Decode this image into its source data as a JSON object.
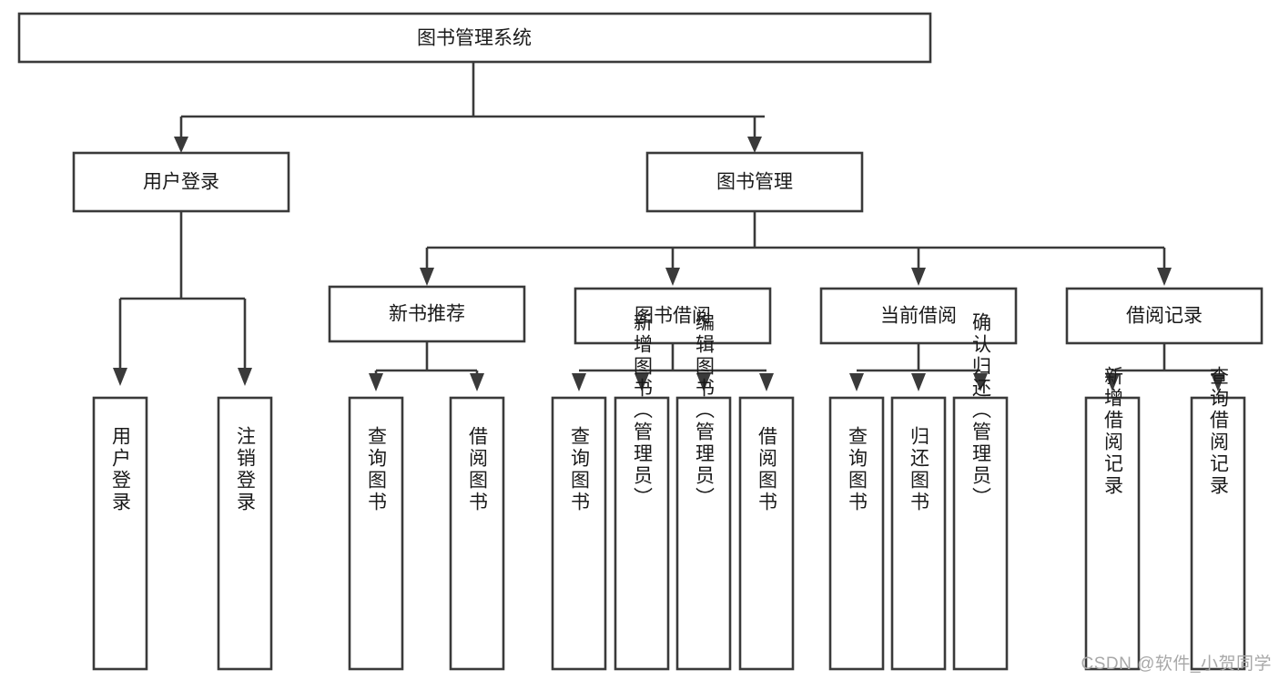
{
  "diagram": {
    "type": "tree",
    "title": "图书管理系统",
    "watermark": "CSDN @软件_小贺同学",
    "colors": {
      "stroke": "#3a3a3a",
      "box_fill": "#ffffff",
      "text": "#1a1a1a",
      "watermark": "#a8a8a8",
      "background": "#ffffff"
    },
    "nodes": {
      "root": {
        "label": "图书管理系统"
      },
      "level2": [
        {
          "label": "用户登录"
        },
        {
          "label": "图书管理"
        }
      ],
      "level3": [
        {
          "label": "新书推荐"
        },
        {
          "label": "图书借阅"
        },
        {
          "label": "当前借阅"
        },
        {
          "label": "借阅记录"
        }
      ],
      "leaves": {
        "user_login": [
          {
            "label": "用户登录"
          },
          {
            "label": "注销登录"
          }
        ],
        "new_book_recommend": [
          {
            "label": "查询图书"
          },
          {
            "label": "借阅图书"
          }
        ],
        "book_borrow": [
          {
            "label": "查询图书"
          },
          {
            "label": "新增图书（管理员）"
          },
          {
            "label": "编辑图书（管理员）"
          },
          {
            "label": "借阅图书"
          }
        ],
        "current_borrow": [
          {
            "label": "查询图书"
          },
          {
            "label": "归还图书"
          },
          {
            "label": "确认归还（管理员）"
          }
        ],
        "borrow_records": [
          {
            "label": "新增借阅记录"
          },
          {
            "label": "查询借阅记录"
          }
        ]
      }
    }
  }
}
